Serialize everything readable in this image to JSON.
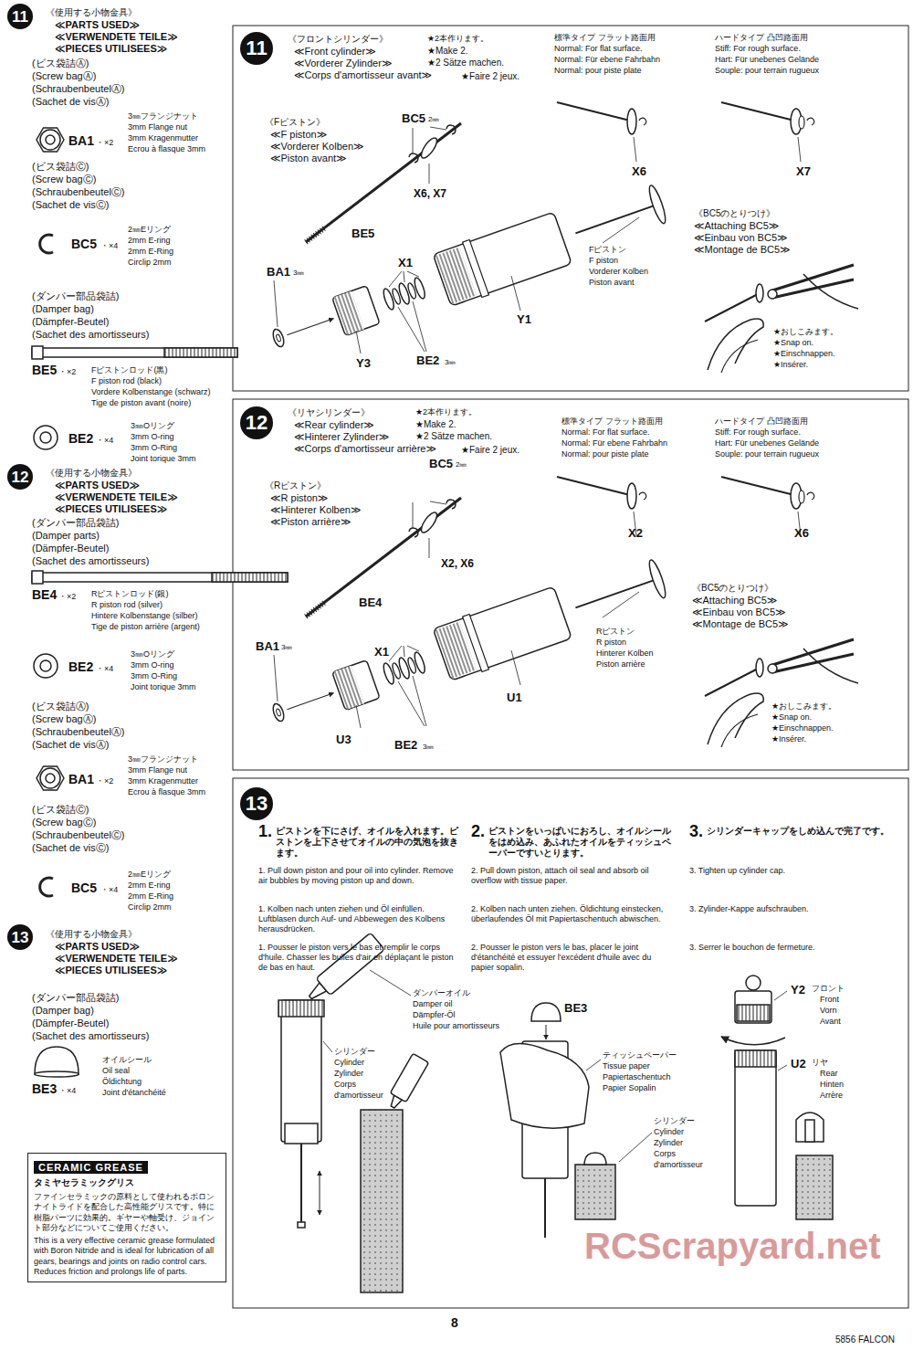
{
  "diagram": {
    "nodes": [
      {
        "text": [
          "11"
        ]
      },
      {
        "text": [
          "11"
        ]
      },
      {
        "text": [
          "12"
        ]
      },
      {
        "text": [
          "12"
        ]
      },
      {
        "text": [
          "13"
        ]
      },
      {
        "text": [
          "13"
        ]
      },
      {
        "text": [
          "CERAMIC GREASE",
          "タミヤセラミックグリス",
          "ファインセラミックの原料として使われるボロンナイトライドを配合した高性能グリスです。特に樹脂パーツに効果的。ギヤーや軸受け、ジョイント部分などについてご使用ください。",
          "This is a very effective ceramic grease formulated with Boron Nitride and is ideal for lubrication of all gears, bearings and joints on radio control cars. Reduces friction and prolongs life of parts."
        ]
      }
    ],
    "labels": [
      "《使用する小物金具》",
      "≪PARTS USED≫",
      "≪VERWENDETE TEILE≫",
      "≪PIECES UTILISEES≫",
      "(ビス袋詰Ⓐ)",
      "(Screw bagⒶ)",
      "(SchraubenbeutelⒶ)",
      "(Sachet de visⒶ)",
      "BA1",
      "・×2",
      "3㎜フランジナット",
      "3mm Flange nut",
      "3mm Kragenmutter",
      "Ecrou à flasque 3mm",
      "(ビス袋詰Ⓒ)",
      "(Screw bagⒸ)",
      "(SchraubenbeutelⒸ)",
      "(Sachet de visⒸ)",
      "BC5",
      "・×4",
      "2㎜Eリング",
      "2mm E-ring",
      "2mm E-Ring",
      "Circlip 2mm",
      "(ダンパー部品袋詰)",
      "(Damper bag)",
      "(Dämpfer-Beutel)",
      "(Sachet des amortisseurs)",
      "BE5",
      "・×2",
      "Fピストンロッド(黒)",
      "F piston rod (black)",
      "Vordere Kolbenstange (schwarz)",
      "Tige de piston avant (noire)",
      "BE2",
      "・×4",
      "3㎜Oリング",
      "3mm O-ring",
      "3mm O-Ring",
      "Joint torique 3mm",
      "《使用する小物金具》",
      "≪PARTS USED≫",
      "≪VERWENDETE TEILE≫",
      "≪PIECES UTILISEES≫",
      "(ダンパー部品袋詰)",
      "(Damper parts)",
      "(Dämpfer-Beutel)",
      "(Sachet des amortisseurs)",
      "BE4",
      "・×2",
      "Rピストンロッド(銀)",
      "R piston rod (silver)",
      "Hintere Kolbenstange (silber)",
      "Tige de piston arrière (argent)",
      "BE2",
      "・×4",
      "3㎜Oリング",
      "3mm O-ring",
      "3mm O-Ring",
      "Joint torique 3mm",
      "(ビス袋詰Ⓐ)",
      "(Screw bagⒶ)",
      "(SchraubenbeutelⒶ)",
      "(Sachet de visⒶ)",
      "BA1",
      "・×2",
      "3㎜フランジナット",
      "3mm Flange nut",
      "3mm Kragenmutter",
      "Ecrou à flasque 3mm",
      "(ビス袋詰Ⓒ)",
      "(Screw bagⒸ)",
      "(SchraubenbeutelⒸ)",
      "(Sachet de visⒸ)",
      "BC5",
      "・×4",
      "2㎜Eリング",
      "2mm E-ring",
      "2mm E-Ring",
      "Circlip 2mm",
      "《使用する小物金具》",
      "≪PARTS USED≫",
      "≪VERWENDETE TEILE≫",
      "≪PIECES UTILISEES≫",
      "(ダンパー部品袋詰)",
      "(Damper bag)",
      "(Dämpfer-Beutel)",
      "(Sachet des amortisseurs)",
      "BE3",
      "・×4",
      "オイルシール",
      "Oil seal",
      "Öldichtung",
      "Joint d'étanchéité",
      "《フロントシリンダー》",
      "≪Front cylinder≫",
      "≪Vorderer Zylinder≫",
      "≪Corps d'amortisseur avant≫",
      "★2本作ります。",
      "★Make 2.",
      "★2 Sätze machen.",
      "★Faire 2 jeux.",
      "《Fピストン》",
      "≪F piston≫",
      "≪Vorderer Kolben≫",
      "≪Piston avant≫",
      "BC5",
      "2㎜",
      "X6, X7",
      "BE5",
      "BA1",
      "3㎜",
      "X1",
      "Y1",
      "Y3",
      "BE2",
      "3㎜",
      "Fピストン",
      "F piston",
      "Vorderer Kolben",
      "Piston avant",
      "標準タイプ フラット路面用",
      "Normal: For flat surface.",
      "Normal: Für ebene Fahrbahn",
      "Normal: pour piste plate",
      "ハードタイプ 凸凹路面用",
      "Stiff: For rough surface.",
      "Hart: Für unebenes Gelände",
      "Souple: pour terrain rugueux",
      "X6",
      "X7",
      "《BC5のとりつけ》",
      "≪Attaching BC5≫",
      "≪Einbau von BC5≫",
      "≪Montage de BC5≫",
      "★おしこみます。",
      "★Snap on.",
      "★Einschnappen.",
      "★Insérer.",
      "《リヤシリンダー》",
      "≪Rear cylinder≫",
      "≪Hinterer Zylinder≫",
      "≪Corps d'amortisseur arrière≫",
      "★2本作ります。",
      "★Make 2.",
      "★2 Sätze machen.",
      "★Faire 2 jeux.",
      "《Rピストン》",
      "≪R piston≫",
      "≪Hinterer Kolben≫",
      "≪Piston arrière≫",
      "BC5",
      "2㎜",
      "X2, X6",
      "BE4",
      "BA1",
      "3㎜",
      "X1",
      "U1",
      "U3",
      "BE2",
      "3㎜",
      "Rピストン",
      "R piston",
      "Hinterer Kolben",
      "Piston arrière",
      "標準タイプ フラット路面用",
      "Normal: For flat surface.",
      "Normal: Für ebene Fahrbahn",
      "Normal: pour piste plate",
      "ハードタイプ 凸凹路面用",
      "Stiff: For rough surface.",
      "Hart: Für unebenes Gelände",
      "Souple: pour terrain rugueux",
      "X2",
      "X6",
      "《BC5のとりつけ》",
      "≪Attaching BC5≫",
      "≪Einbau von BC5≫",
      "≪Montage de BC5≫",
      "★おしこみます。",
      "★Snap on.",
      "★Einschnappen.",
      "★Insérer.",
      "1.",
      "ピストンを下にさげ、オイルを入れます。ピストンを上下させてオイルの中の気泡を抜きます。",
      "1. Pull down piston and pour oil into cylinder. Remove air bubbles by moving piston up and down.",
      "1. Kolben nach unten ziehen und Öl einfüllen. Luftblasen durch Auf- und Abbewegen des Kolbens herausdrücken.",
      "1. Pousser le piston vers le bas et remplir le corps d'huile. Chasser les bulles d'air en déplaçant le piston de bas en haut.",
      "2.",
      "ピストンをいっぱいにおろし、オイルシールをはめ込み、あふれたオイルをティッシュペーパーですいとります。",
      "2. Pull down piston, attach oil seal and absorb oil overflow with tissue paper.",
      "2. Kolben nach unten ziehen. Öldichtung einstecken, überlaufendes Öl mit Papiertaschentuch abwischen.",
      "2. Pousser le piston vers le bas, placer le joint d'étanchéité et essuyer l'excédent d'huile avec du papier sopalin.",
      "3.",
      "シリンダーキャップをしめ込んで完了です。",
      "3. Tighten up cylinder cap.",
      "3. Zylinder-Kappe aufschrauben.",
      "3. Serrer le bouchon de fermeture.",
      "ダンパーオイル",
      "Damper oil",
      "Dämpfer-Öl",
      "Huile pour amortisseurs",
      "シリンダー",
      "Cylinder",
      "Zylinder",
      "Corps",
      "d'amortisseur",
      "BE3",
      "ティッシュペーパー",
      "Tissue paper",
      "Papiertaschentuch",
      "Papier Sopalin",
      "シリンダー",
      "Cylinder",
      "Zylinder",
      "Corps",
      "d'amortisseur",
      "Y2",
      "フロント",
      "Front",
      "Vorn",
      "Avant",
      "U2",
      "リヤ",
      "Rear",
      "Hinten",
      "Arrère",
      "8",
      "5856 FALCON",
      "RCScrapyard.net"
    ]
  }
}
